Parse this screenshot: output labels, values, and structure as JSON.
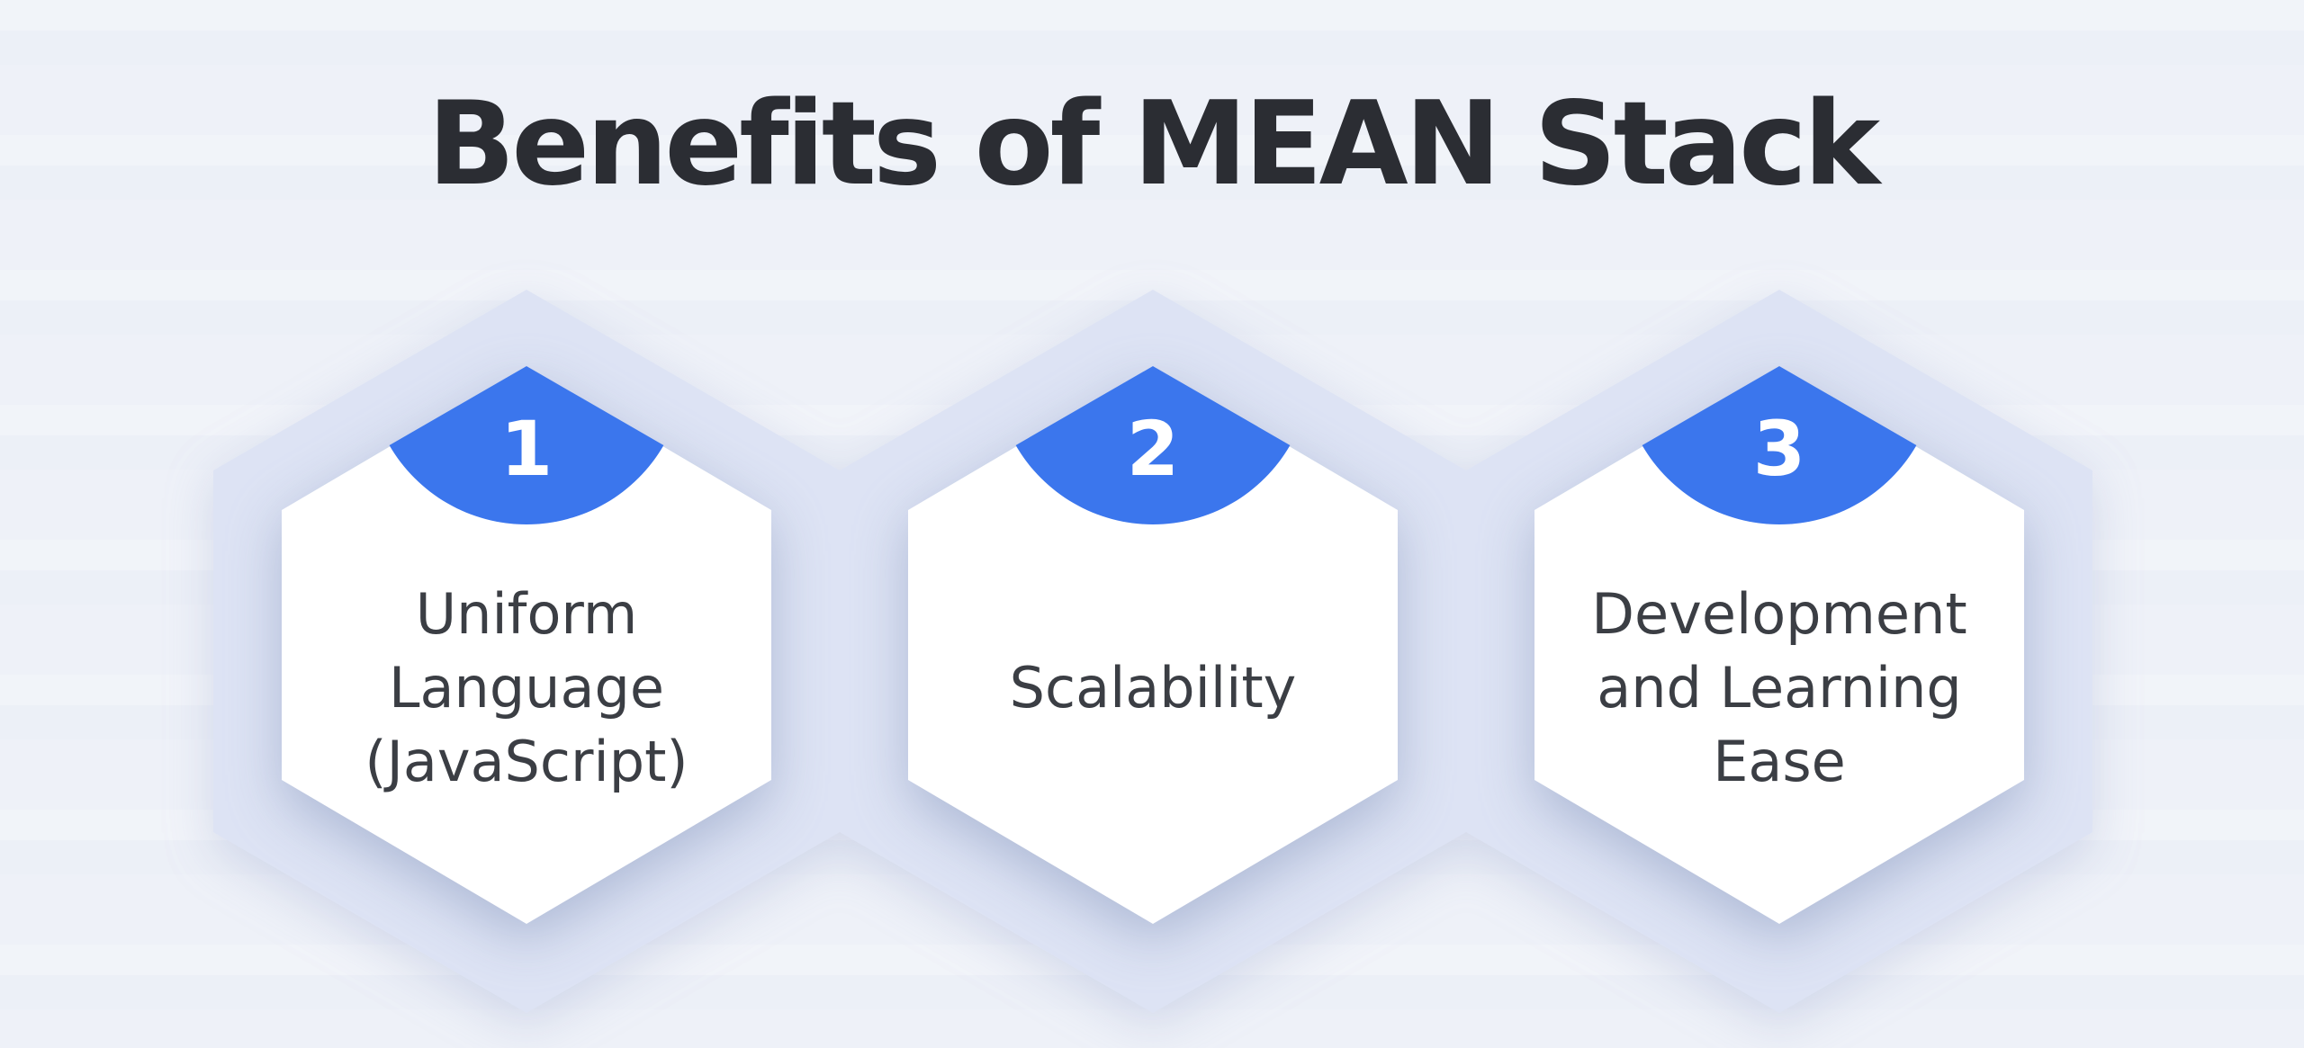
{
  "title": {
    "text": "Benefits of MEAN Stack"
  },
  "cards": [
    {
      "number": "1",
      "lines": [
        "Uniform",
        "Language",
        "(JavaScript)"
      ]
    },
    {
      "number": "2",
      "lines": [
        "Scalability"
      ]
    },
    {
      "number": "3",
      "lines": [
        "Development",
        "and Learning",
        "Ease"
      ]
    }
  ],
  "colors": {
    "background": "#eef1f8",
    "back_hexagon": "#dde3f4",
    "card_hexagon": "#ffffff",
    "accent_blue": "#3b76ed",
    "title_text": "#2b2d33",
    "label_text": "#3b3e44",
    "number_text": "#ffffff"
  }
}
